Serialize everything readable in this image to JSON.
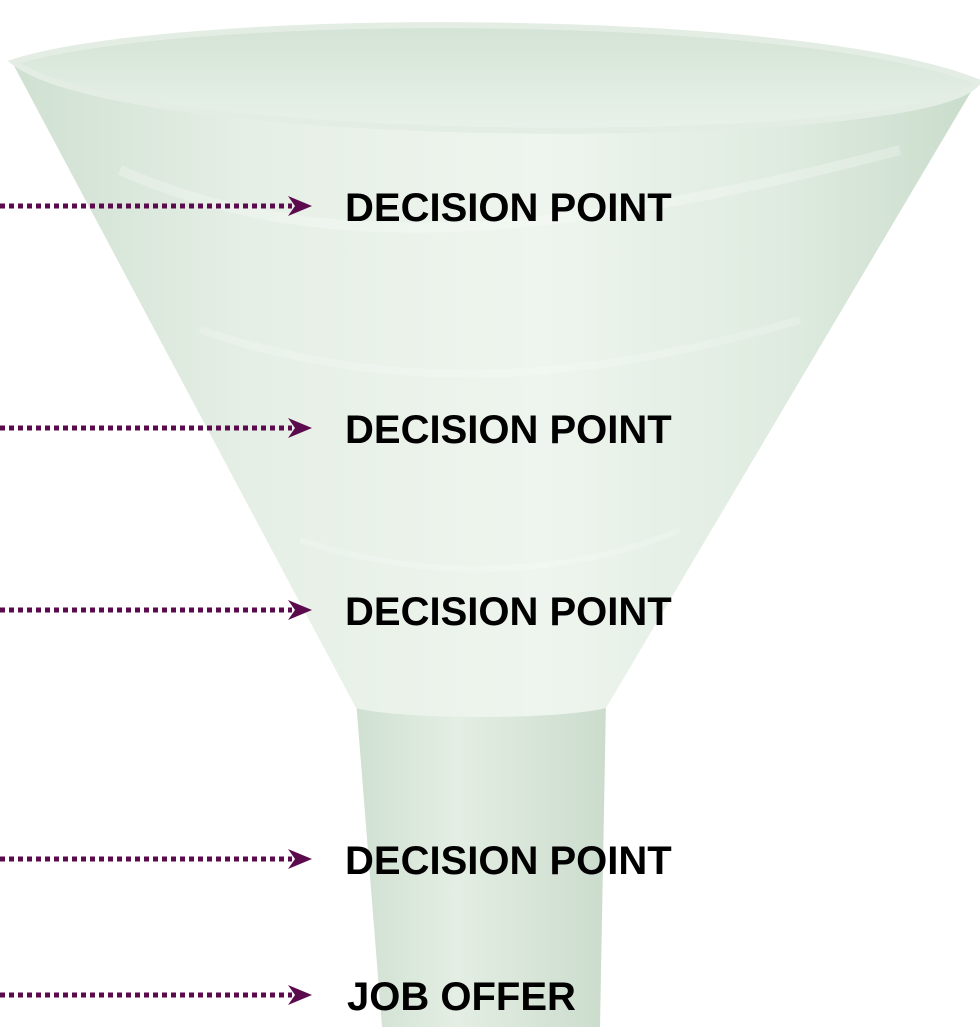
{
  "colors": {
    "arrow": "#5c0a4e",
    "funnel_light": "#eef5ee",
    "funnel_mid": "#dbe9dd",
    "funnel_dark": "#c8dccb",
    "label": "#000000"
  },
  "stages": [
    {
      "label": "DECISION POINT",
      "icon": "dotted-arrow-right-icon"
    },
    {
      "label": "DECISION POINT",
      "icon": "dotted-arrow-right-icon"
    },
    {
      "label": "DECISION POINT",
      "icon": "dotted-arrow-right-icon"
    },
    {
      "label": "DECISION POINT",
      "icon": "dotted-arrow-right-icon"
    },
    {
      "label": "JOB OFFER",
      "icon": "dotted-arrow-right-icon"
    }
  ]
}
